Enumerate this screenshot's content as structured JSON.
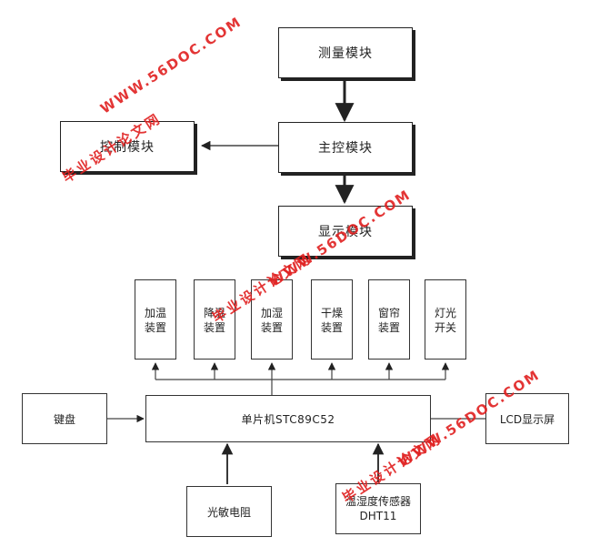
{
  "modules": {
    "measure": "测量模块",
    "main": "主控模块",
    "control": "控制模块",
    "display": "显示模块"
  },
  "devices": [
    {
      "label": "加温\n装置"
    },
    {
      "label": "降温\n装置"
    },
    {
      "label": "加湿\n装置"
    },
    {
      "label": "干燥\n装置"
    },
    {
      "label": "窗帘\n装置"
    },
    {
      "label": "灯光\n开关"
    }
  ],
  "mcu": "单片机STC89C52",
  "keyboard": "键盘",
  "lcd": "LCD显示屏",
  "photoresistor": "光敏电阻",
  "sensor": "温湿度传感器\nDHT11",
  "watermarks": {
    "site": "WWW.56DOC.COM",
    "name": "毕业设计论文网"
  },
  "colors": {
    "watermark": "#e02020",
    "line": "#222222"
  }
}
